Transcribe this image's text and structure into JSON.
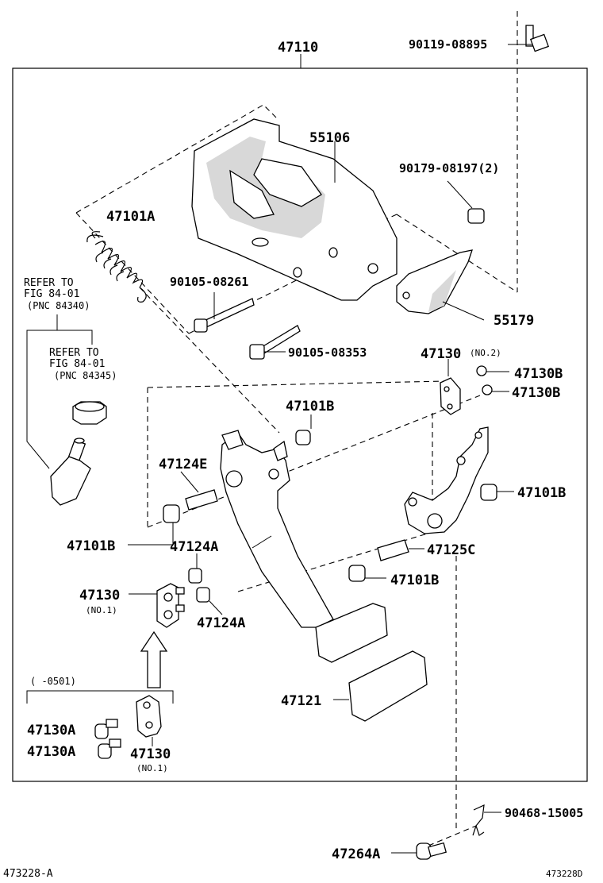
{
  "diagram_code": "473228-A",
  "image_code": "473228D",
  "parts": {
    "assembly": "47110",
    "bolt_top": "90119-08895",
    "bracket": "55106",
    "nut_2": "90179-08197(2)",
    "spring": "47101A",
    "bolt_a": "90105-08261",
    "bolt_b": "90105-08353",
    "cover": "55179",
    "link_no2": "47130",
    "link_no2_note": "(NO.2)",
    "bushing_b1": "47130B",
    "bushing_b2": "47130B",
    "bushing_top": "47101B",
    "collar_e": "47124E",
    "bushing_right": "47101B",
    "bushing_left": "47101B",
    "collar_a1": "47124A",
    "collar_c": "47125C",
    "bushing_lower": "47101B",
    "link_no1": "47130",
    "link_no1_note": "(NO.1)",
    "collar_a2": "47124A",
    "pad": "47121",
    "pin_a1": "47130A",
    "pin_a2": "47130A",
    "link_no1_b": "47130",
    "link_no1_b_note": "(NO.1)",
    "clip": "90468-15005",
    "pin_bottom": "47264A"
  },
  "refer1": {
    "line1": "REFER TO",
    "line2": "FIG 84-01",
    "line3": "(PNC 84340)"
  },
  "refer2": {
    "line1": "REFER TO",
    "line2": "FIG 84-01",
    "line3": "(PNC 84345)"
  },
  "date_range": "(     -0501)"
}
